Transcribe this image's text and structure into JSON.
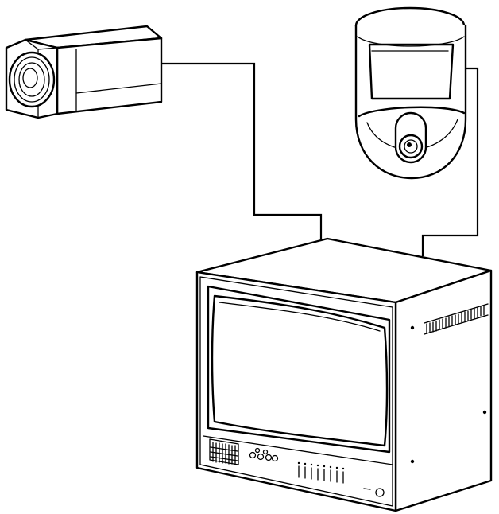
{
  "diagram": {
    "components": [
      {
        "id": "box-camera",
        "icon": "box-camera-icon"
      },
      {
        "id": "dome-camera",
        "icon": "dome-camera-icon"
      },
      {
        "id": "crt-monitor",
        "icon": "crt-monitor-icon"
      }
    ],
    "connections": [
      {
        "from": "box-camera",
        "to": "crt-monitor"
      },
      {
        "from": "dome-camera",
        "to": "crt-monitor"
      }
    ],
    "colors": {
      "line": "#000000",
      "fill": "#ffffff"
    }
  }
}
